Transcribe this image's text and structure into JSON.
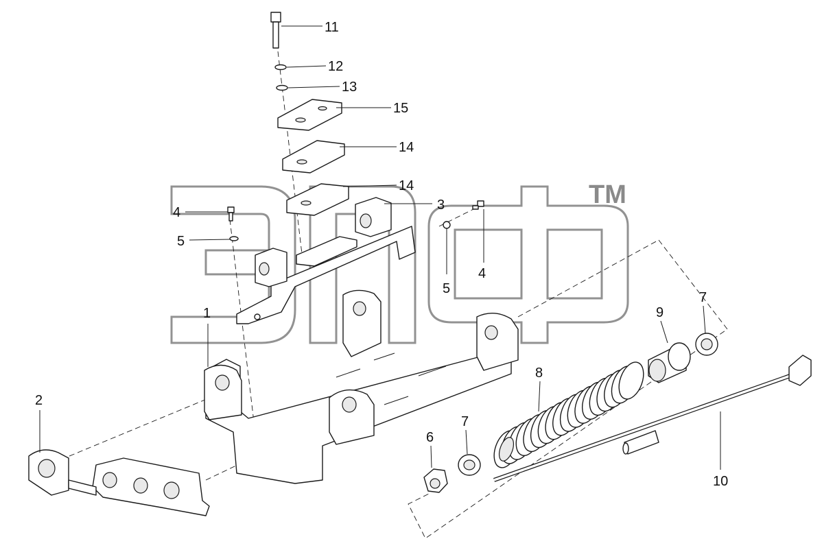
{
  "callouts": [
    "11",
    "12",
    "13",
    "15",
    "14",
    "14",
    "3",
    "4",
    "5",
    "4",
    "5",
    "1",
    "2",
    "9",
    "7",
    "8",
    "7",
    "6",
    "10"
  ],
  "watermark": {
    "text": "эпф",
    "mark": "TM"
  }
}
